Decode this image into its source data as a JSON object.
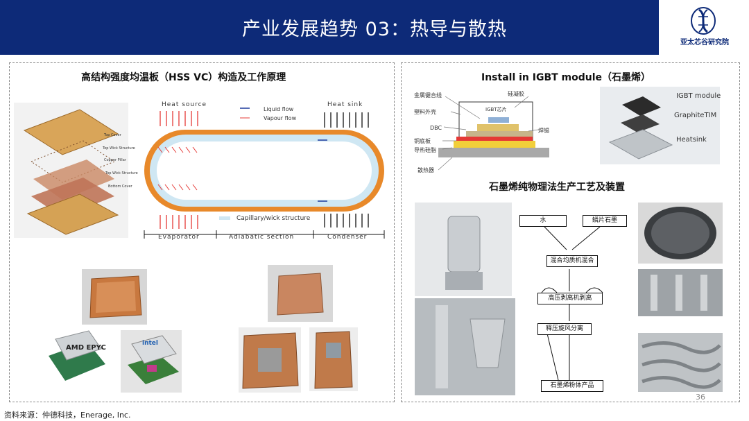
{
  "header": {
    "title": "产业发展趋势 03：热导与散热"
  },
  "logo": {
    "name": "亚太芯谷研究院"
  },
  "left": {
    "caption": "高结构强度均温板（HSS VC）构造及工作原理",
    "exploded_labels": [
      "Top Cover",
      "Top Wick Structure",
      "Copper Pillar",
      "Top Wick Structure",
      "Bottom Cover"
    ],
    "diagram": {
      "heat_source": "Heat source",
      "heat_sink": "Heat sink",
      "liquid_flow": "Liquid flow",
      "vapour_flow": "Vapour flow",
      "capillary": "Capillary/wick structure",
      "evaporator": "Evaporator",
      "adiabatic": "Adiabatic section",
      "condenser": "Condenser"
    },
    "cpu_amd": "AMD EPYC",
    "cpu_intel": "intel"
  },
  "right": {
    "caption_top": "Install in IGBT module（石墨烯）",
    "igbt_labels": {
      "wire": "金属键合线",
      "shell": "塑料外壳",
      "dbc": "DBC",
      "baseplate": "铜底板",
      "grease": "导热硅脂",
      "sink": "散热器",
      "gel": "硅凝胶",
      "chip": "IGBT芯片",
      "solder": "焊锡"
    },
    "photo_labels": {
      "module": "IGBT module",
      "tim": "GraphiteTIM",
      "heatsink": "Heatsink"
    },
    "caption_bottom": "石墨烯纯物理法生产工艺及装置",
    "flow": {
      "water": "水",
      "flake": "鳞片石墨",
      "mix": "混合均质机混合",
      "strip": "高压剥离机剥离",
      "cyclone": "释压旋风分离",
      "product": "石墨烯粉体产品"
    }
  },
  "footer": {
    "source": "资料来源：仲德科技，Enerage, Inc.",
    "page": "36"
  },
  "colors": {
    "header": "#0d2a78",
    "heat": "#e53935",
    "copper": "#c8783f",
    "wick": "#cfe7f3"
  }
}
